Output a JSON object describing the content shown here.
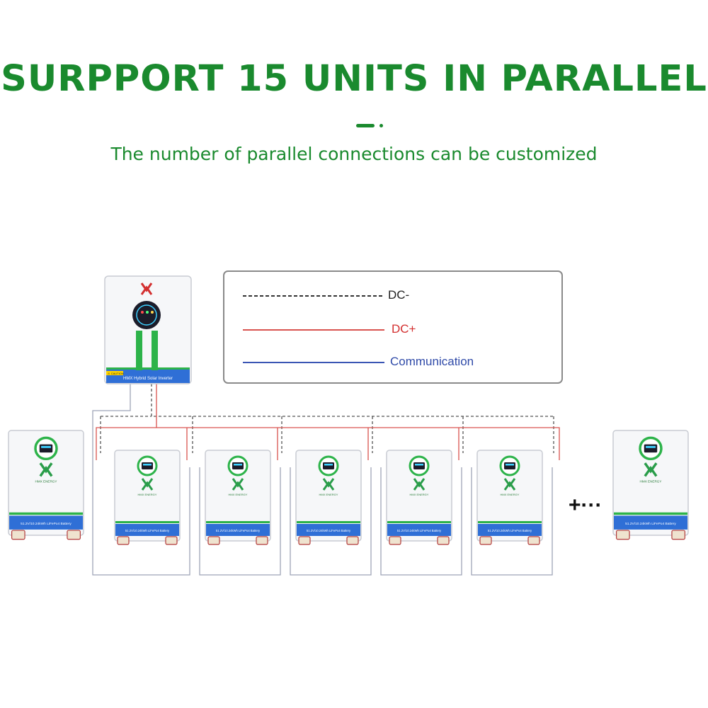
{
  "header": {
    "title": "SURPPORT 15 UNITS IN PARALLEL",
    "subtitle": "The number of parallel connections can be customized"
  },
  "legend": {
    "items": [
      {
        "label": "DC-",
        "style": "dashed",
        "color": "#333333",
        "label_color": "#222222"
      },
      {
        "label": "DC+",
        "style": "solid",
        "color": "#d9534f",
        "label_color": "#d32f2f"
      },
      {
        "label": "Communication",
        "style": "solid",
        "color": "#3a55b4",
        "label_color": "#2f4aa8"
      }
    ]
  },
  "inverter": {
    "warning_label": "⚠ CAUTION",
    "model_label": "HMX Hybrid Solar Inverter"
  },
  "battery": {
    "brand": "HMX ENERGY",
    "spec_label": "51.2V/10.24kWh LiFePo4 Battery"
  },
  "continuation": "+···",
  "colors": {
    "brand_green": "#1a8a2e",
    "accent_green": "#2db34a",
    "panel_blue": "#2f6fd6",
    "screen_dark": "#1c1c2a",
    "wire_dc_minus": "#555555",
    "wire_dc_plus": "#d9534f",
    "wire_comm": "#3a55b4"
  }
}
